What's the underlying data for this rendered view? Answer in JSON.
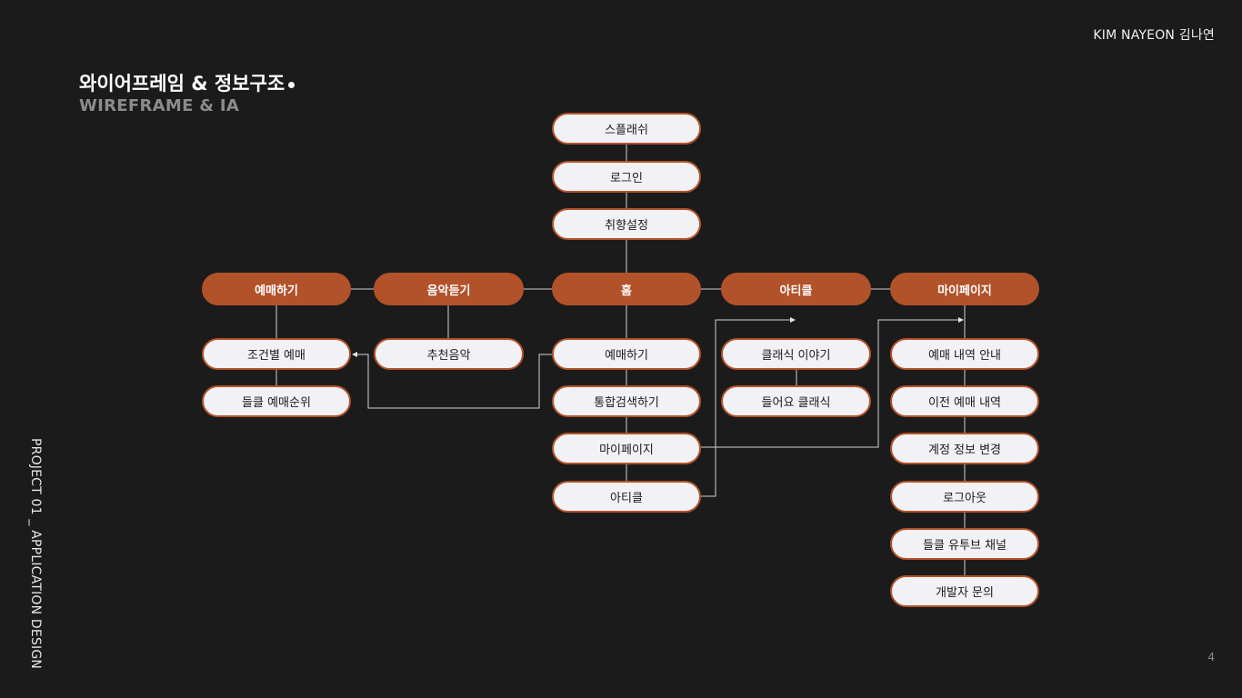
{
  "header": {
    "author": "KIM NAYEON 김나연"
  },
  "title": {
    "korean": "와이어프레임 & 정보구조",
    "english": "WIREFRAME & IA"
  },
  "side_label": "PROJECT 01 _ APPLICATION DESIGN",
  "page_number": "4",
  "colors": {
    "background": "#1b1b1b",
    "accent": "#b2522a",
    "node_fill": "#f2f1f5",
    "line": "#cfcfcf"
  },
  "diagram": {
    "flow": {
      "splash": "스플래쉬",
      "login": "로그인",
      "preference": "취향설정"
    },
    "main_menu": {
      "reservation": "예매하기",
      "music": "음악듣기",
      "home": "홈",
      "article": "아티클",
      "mypage": "마이페이지"
    },
    "reservation_items": [
      "조건별 예매",
      "들클 예매순위"
    ],
    "music_items": [
      "추천음악"
    ],
    "home_items": [
      "예매하기",
      "통합검색하기",
      "마이페이지",
      "아티클"
    ],
    "article_items": [
      "클래식 이야기",
      "들어요 클래식"
    ],
    "mypage_items": [
      "예매 내역 안내",
      "이전 예매 내역",
      "계정 정보 변경",
      "로그아웃",
      "들클 유투브 채널",
      "개발자 문의"
    ]
  }
}
